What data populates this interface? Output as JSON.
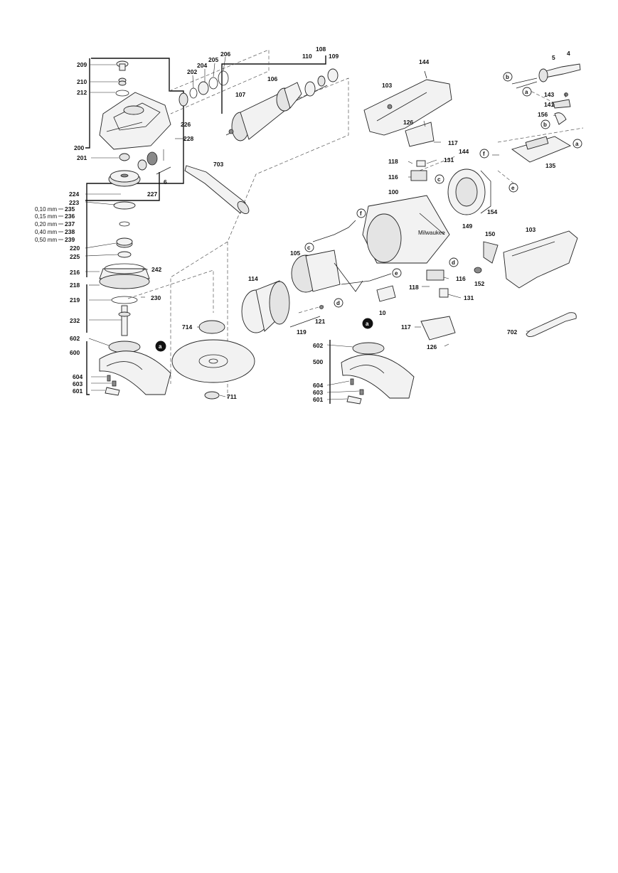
{
  "labels": {
    "l209": "209",
    "l210": "210",
    "l212": "212",
    "l200": "200",
    "l201": "201",
    "l202": "202",
    "l204": "204",
    "l205": "205",
    "l206": "206",
    "l106": "106",
    "l107": "107",
    "l108": "108",
    "l110": "110",
    "l109": "109",
    "l144a": "144",
    "l103a": "103",
    "l5": "5",
    "l4": "4",
    "l143": "143",
    "l141": "141",
    "l156": "156",
    "l126a": "126",
    "l117a": "117",
    "l118a": "118",
    "l131a": "131",
    "l144b": "144",
    "l135": "135",
    "l116a": "116",
    "l100": "100",
    "l154": "154",
    "l149": "149",
    "l226": "226",
    "l228": "228",
    "l703": "703",
    "l6": "6",
    "l224": "224",
    "l227": "227",
    "l223": "223",
    "l235": "235",
    "l236": "236",
    "l237": "237",
    "l238": "238",
    "l239": "239",
    "l220": "220",
    "l225": "225",
    "l216": "216",
    "l242": "242",
    "l218": "218",
    "l230": "230",
    "l219": "219",
    "l232": "232",
    "l602a": "602",
    "l600": "600",
    "l604a": "604",
    "l603a": "603",
    "l601a": "601",
    "l105": "105",
    "l114": "114",
    "l150": "150",
    "l103b": "103",
    "l116b": "116",
    "l152": "152",
    "l118b": "118",
    "l131b": "131",
    "l10": "10",
    "l121": "121",
    "l119": "119",
    "l714": "714",
    "l117b": "117",
    "l126b": "126",
    "l702": "702",
    "l602b": "602",
    "l500": "500",
    "l604b": "604",
    "l603b": "603",
    "l601b": "601",
    "l711": "711"
  },
  "sizes": {
    "s010": "0,10 mm",
    "s015": "0,15 mm",
    "s020": "0,20 mm",
    "s040": "0,40 mm",
    "s050": "0,50 mm"
  },
  "callouts": {
    "b1": "b",
    "a1": "a",
    "b2": "b",
    "a2": "a",
    "f1": "f",
    "c1": "c",
    "e1": "e",
    "f2": "f",
    "c2": "c",
    "d1": "d",
    "e2": "e",
    "d2": "d",
    "a3": "a",
    "a4": "a"
  },
  "brand": "Milwaukee"
}
